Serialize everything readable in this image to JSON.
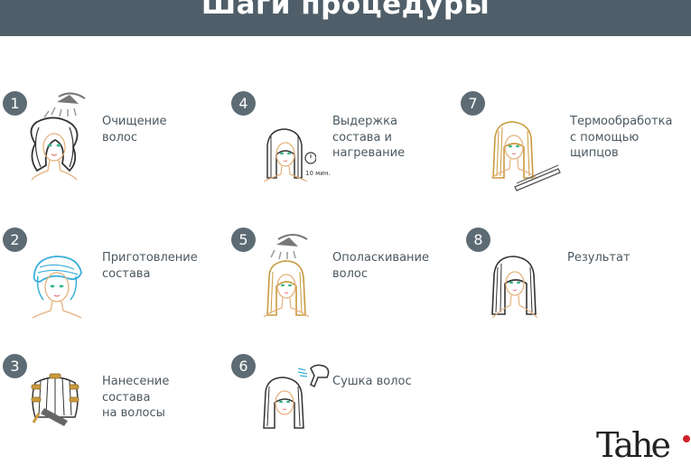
{
  "header": {
    "title": "Шаги процедуры"
  },
  "steps": [
    {
      "number": "1",
      "label": "Очищение\nволос",
      "illustration": "woman-under-shower-icon"
    },
    {
      "number": "2",
      "label": "Приготовление\nсостава",
      "illustration": "woman-hair-towel-icon"
    },
    {
      "number": "3",
      "label": "Нанесение\nсостава\nна волосы",
      "illustration": "hair-clips-comb-icon"
    },
    {
      "number": "4",
      "label": "Выдержка\nсостава и\nнагревание",
      "illustration": "woman-timer-icon",
      "timer_text": "10 мин."
    },
    {
      "number": "5",
      "label": "Ополаскивание\nволос",
      "illustration": "blonde-woman-shower-icon"
    },
    {
      "number": "6",
      "label": "Сушка волос",
      "illustration": "woman-hair-dryer-icon"
    },
    {
      "number": "7",
      "label": "Термообработка\nс помощью\nщипцов",
      "illustration": "woman-flat-iron-icon"
    },
    {
      "number": "8",
      "label": "Результат",
      "illustration": "woman-straight-hair-icon"
    }
  ],
  "colors": {
    "banner": "#4f5e68",
    "badge": "#5d6b74",
    "label_text": "#4b5860",
    "eyes": "#3bb58c",
    "towel": "#3aaed8",
    "blonde_hair": "#c99a3e",
    "skin_line": "#e5b27e",
    "logo_accent": "#d01f2c"
  },
  "logo": {
    "text": "Tahe"
  }
}
